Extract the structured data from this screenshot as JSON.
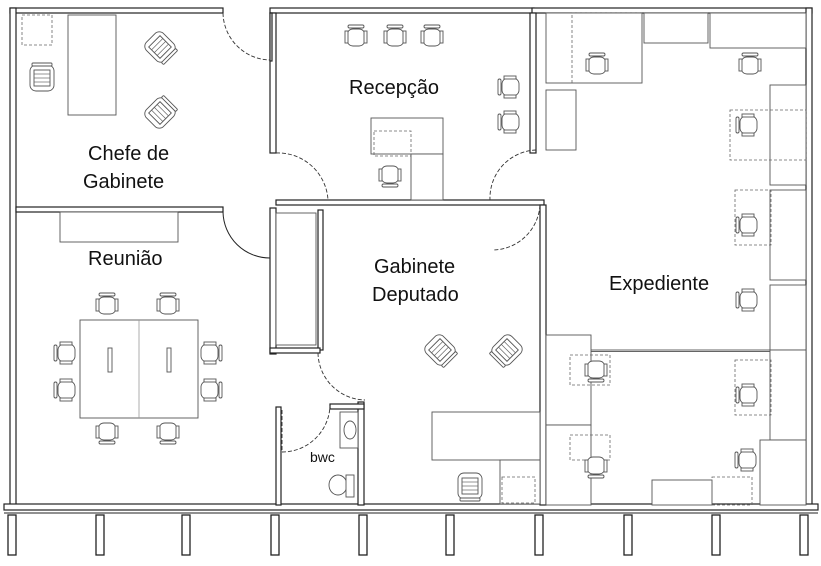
{
  "rooms": {
    "chefe_line1": "Chefe de",
    "chefe_line2": "Gabinete",
    "recepcao": "Recepção",
    "reuniao": "Reunião",
    "gabinete_line1": "Gabinete",
    "gabinete_line2": "Deputado",
    "expediente": "Expediente",
    "bwc": "bwc"
  }
}
